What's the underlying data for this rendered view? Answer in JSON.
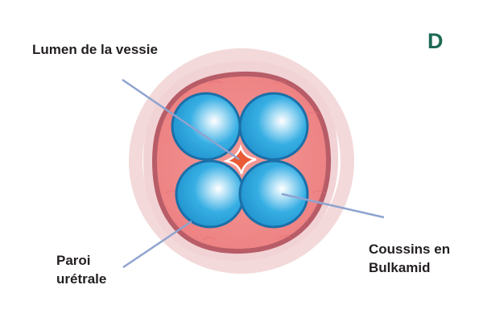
{
  "panel_letter": "D",
  "labels": {
    "lumen": "Lumen de la vessie",
    "paroi_line1": "Paroi",
    "paroi_line2": "urétrale",
    "coussins_line1": "Coussins en",
    "coussins_line2": "Bulkamid"
  },
  "colors": {
    "panel_letter": "#1d6a55",
    "outer_ring": "#f2d8d9",
    "wall_outline": "#b85d68",
    "wall_fill": "#f08a88",
    "cushion_fill": "#2fa7de",
    "cushion_outline": "#1b6fa8",
    "lumen_fill": "#ea5a35",
    "leader_line": "#8ea3cf",
    "label_text": "#231f20"
  }
}
